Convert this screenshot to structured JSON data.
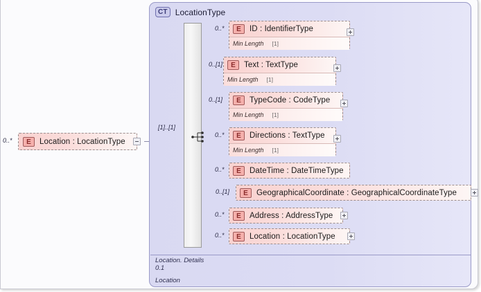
{
  "diagram": {
    "type": "xsd-schema-diagram",
    "root_element": {
      "badge": "E",
      "label": "Location : LocationType",
      "cardinality": "0..*",
      "expander": "minus",
      "expander_icon": "collapse-icon"
    },
    "complex_type": {
      "badge": "CT",
      "title": "LocationType",
      "compositor": "sequence",
      "compositor_icon": "sequence-icon",
      "compositor_cardinality": "[1]..[1]",
      "footer": {
        "line1": "Location. Details",
        "line2": "0.1",
        "line3": "Location"
      }
    },
    "elements": [
      {
        "badge": "E",
        "label": "ID          : IdentifierType",
        "cardinality": "0..*",
        "facet_name": "Min Length",
        "facet_value": "[1]",
        "expander": "plus",
        "expander_icon": "expand-icon"
      },
      {
        "badge": "E",
        "label": "Text      : TextType",
        "cardinality": "0..[1]",
        "facet_name": "Min Length",
        "facet_value": "[1]",
        "expander": "plus",
        "expander_icon": "expand-icon"
      },
      {
        "badge": "E",
        "label": "TypeCode : CodeType",
        "cardinality": "0..[1]",
        "facet_name": "Min Length",
        "facet_value": "[1]",
        "expander": "plus",
        "expander_icon": "expand-icon"
      },
      {
        "badge": "E",
        "label": "Directions : TextType",
        "cardinality": "0..*",
        "facet_name": "Min Length",
        "facet_value": "[1]",
        "expander": "plus",
        "expander_icon": "expand-icon"
      },
      {
        "badge": "E",
        "label": "DateTime : DateTimeType",
        "cardinality": "0..*",
        "facet_name": null,
        "facet_value": null,
        "expander": null,
        "expander_icon": null
      },
      {
        "badge": "E",
        "label": "GeographicalCoordinate : GeographicalCoordinateType",
        "cardinality": "0..[1]",
        "facet_name": null,
        "facet_value": null,
        "expander": "plus",
        "expander_icon": "expand-icon"
      },
      {
        "badge": "E",
        "label": "Address : AddressType",
        "cardinality": "0..*",
        "facet_name": null,
        "facet_value": null,
        "expander": "plus",
        "expander_icon": "expand-icon"
      },
      {
        "badge": "E",
        "label": "Location : LocationType",
        "cardinality": "0..*",
        "facet_name": null,
        "facet_value": null,
        "expander": "plus",
        "expander_icon": "expand-icon"
      }
    ],
    "colors": {
      "element_fill": "#f9d2d0",
      "element_border": "#9a8d8d",
      "badge_fill": "#f5b0ac",
      "badge_border": "#a05a5a",
      "container_fill": "#d9d9f2",
      "container_border": "#9a9ac8",
      "sequence_bar": "#efefef",
      "wire": "#8b8ba8"
    }
  }
}
